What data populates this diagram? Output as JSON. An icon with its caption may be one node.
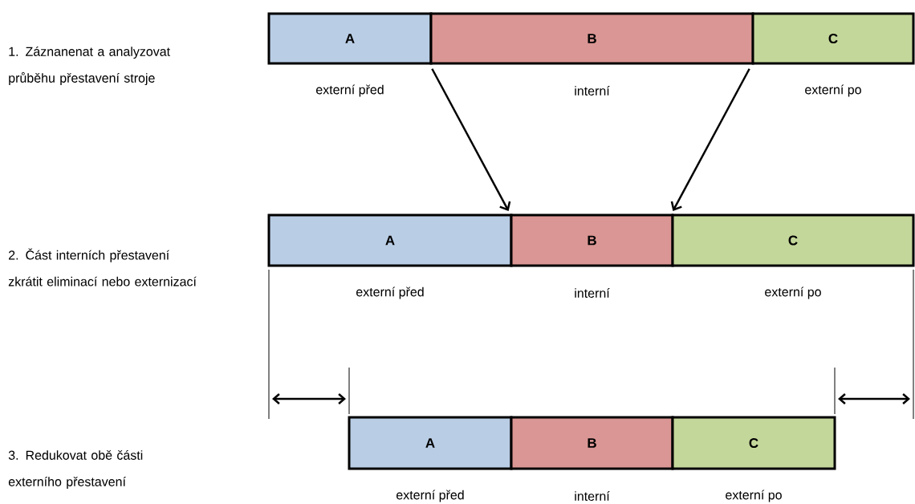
{
  "diagram": {
    "nodes": [
      {
        "text": [
          "A"
        ],
        "beside": [
          "externí před"
        ]
      },
      {
        "text": [
          "B"
        ],
        "beside": [
          "interní"
        ]
      },
      {
        "text": [
          "C"
        ],
        "beside": [
          "externí po"
        ]
      },
      {
        "text": [
          "A"
        ],
        "beside": [
          "externí před"
        ]
      },
      {
        "text": [
          "B"
        ],
        "beside": [
          "interní"
        ]
      },
      {
        "text": [
          "C"
        ],
        "beside": [
          "externí po"
        ]
      },
      {
        "text": [
          "A"
        ],
        "beside": [
          "externí před"
        ]
      },
      {
        "text": [
          "B"
        ],
        "beside": [
          "interní"
        ]
      },
      {
        "text": [
          "C"
        ],
        "beside": [
          "externí po"
        ]
      }
    ],
    "edges": [
      {
        "from": 1,
        "to": 4,
        "arrow": "to"
      },
      {
        "from": 2,
        "to": 5,
        "arrow": "to"
      }
    ],
    "labels": [
      "1. Záznanenat a analyzovat průběhu přestavení stroje",
      "2. Část interních přestavení zkrátit eliminací nebo externizací",
      "3. Redukovat obě části externího přestavení"
    ]
  }
}
